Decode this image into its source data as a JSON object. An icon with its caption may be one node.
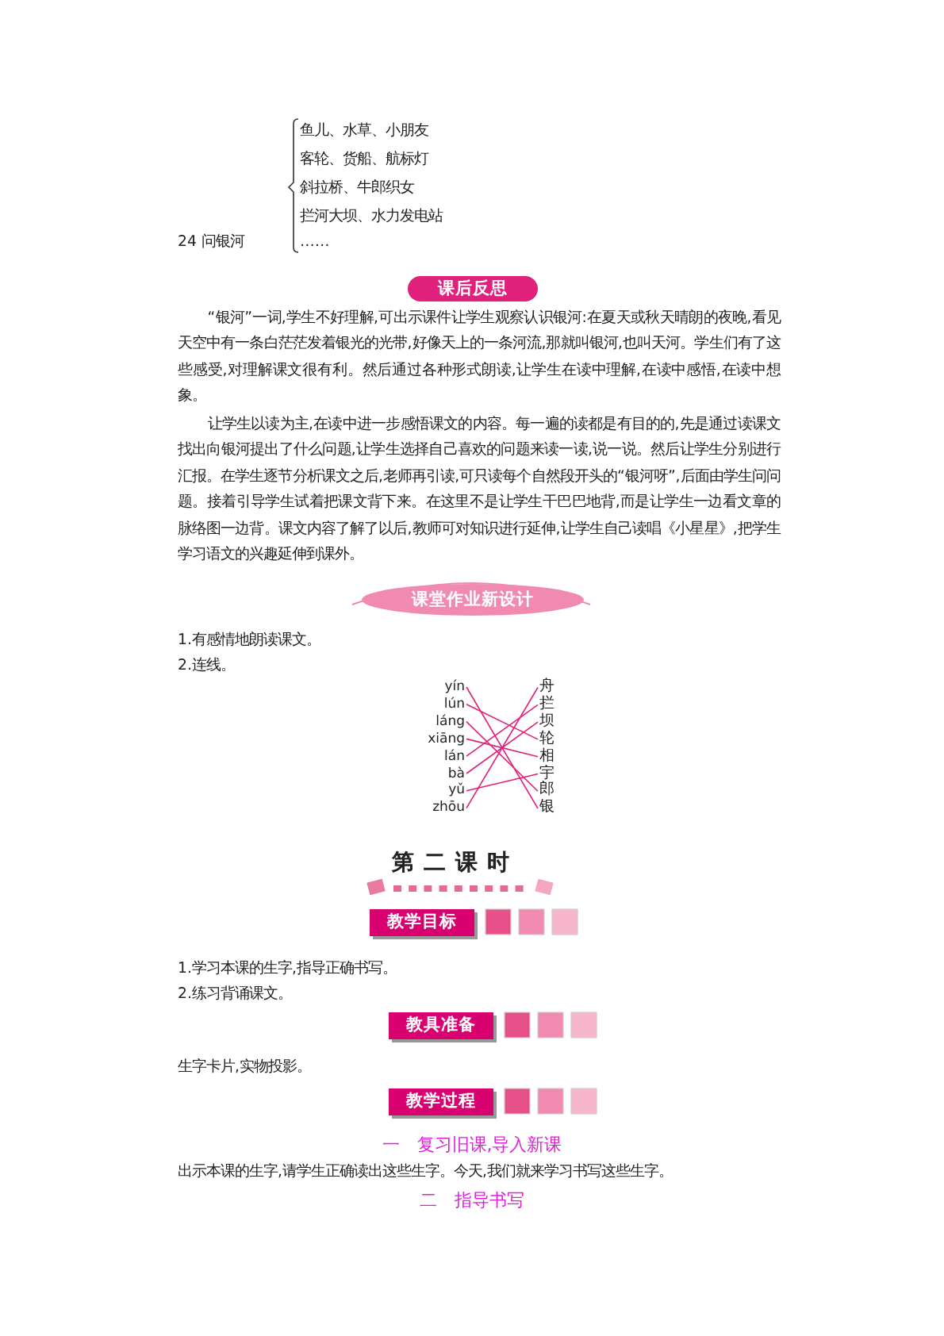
{
  "diagram": {
    "nodes": [
      {
        "text": [
          "课后反思"
        ]
      },
      {
        "text": [
          "课堂作业新设计"
        ]
      },
      {
        "text": [
          "yín"
        ]
      },
      {
        "text": [
          "lún"
        ]
      },
      {
        "text": [
          "láng"
        ]
      },
      {
        "text": [
          "xiāng"
        ]
      },
      {
        "text": [
          "lán"
        ]
      },
      {
        "text": [
          "bà"
        ]
      },
      {
        "text": [
          "yǔ"
        ]
      },
      {
        "text": [
          "zhōu"
        ]
      },
      {
        "text": [
          "舟"
        ]
      },
      {
        "text": [
          "拦"
        ]
      },
      {
        "text": [
          "坝"
        ]
      },
      {
        "text": [
          "轮"
        ]
      },
      {
        "text": [
          "相"
        ]
      },
      {
        "text": [
          "宇"
        ]
      },
      {
        "text": [
          "郎"
        ]
      },
      {
        "text": [
          "银"
        ]
      },
      {
        "text": [
          "教学目标"
        ]
      },
      {
        "text": [
          "教具准备"
        ]
      },
      {
        "text": [
          "教学过程"
        ]
      }
    ],
    "edges": [
      {
        "from": 2,
        "to": 17,
        "arrow": "none"
      },
      {
        "from": 3,
        "to": 13,
        "arrow": "none"
      },
      {
        "from": 4,
        "to": 16,
        "arrow": "none"
      },
      {
        "from": 5,
        "to": 14,
        "arrow": "none"
      },
      {
        "from": 6,
        "to": 11,
        "arrow": "none"
      },
      {
        "from": 7,
        "to": 12,
        "arrow": "none"
      },
      {
        "from": 8,
        "to": 15,
        "arrow": "none"
      },
      {
        "from": 9,
        "to": 10,
        "arrow": "none"
      }
    ],
    "labels": [
      "鱼儿、水草、小朋友",
      "客轮、货船、航标灯",
      "斜拉桥、牛郎织女",
      "拦河大坝、水力发电站",
      "24 问银河",
      "……",
      "“银河”一词,学生不好理解,可出示课件让学生观察认识银河:在夏天或秋天晴朗的夜晚,看见天空中有一条白茫茫发着银光的光带,好像天上的一条河流,那就叫银河,也叫天河。学生们有了这些感受,对理解课文很有利。然后通过各种形式朗读,让学生在读中理解,在读中感悟,在读中想象。",
      "让学生以读为主,在读中进一步感悟课文的内容。每一遍的读都是有目的的,先是通过读课文找出向银河提出了什么问题,让学生选择自己喜欢的问题来读一读,说一说。然后让学生分别进行汇报。在学生逐节分析课文之后,老师再引读,可只读每个自然段开头的“银河呀”,后面由学生问问题。接着引导学生试着把课文背下来。在这里不是让学生干巴巴地背,而是让学生一边看文章的脉络图一边背。课文内容了解了以后,教师可对知识进行延伸,让学生自己读唱《小星星》,把学生学习语文的兴趣延伸到课外。",
      "1.有感情地朗读课文。",
      "2.连线。",
      "第二课时",
      "1.学习本课的生字,指导正确书写。",
      "2.练习背诵课文。",
      "生字卡片,实物投影。",
      "一　复习旧课,导入新课",
      "出示本课的生字,请学生正确读出这些生字。今天,我们就来学习书写这些生字。",
      "二　指导书写"
    ]
  }
}
